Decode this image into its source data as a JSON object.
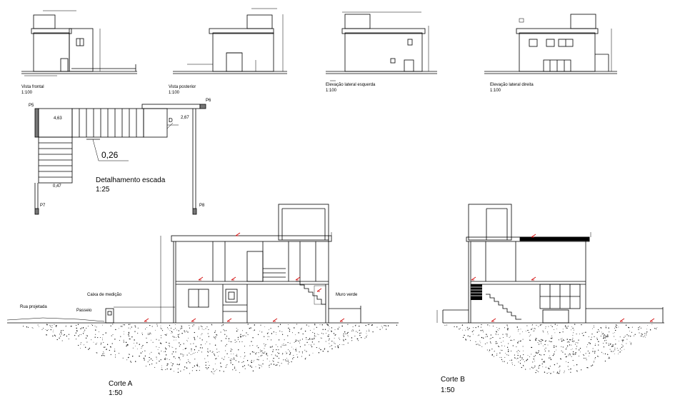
{
  "views": {
    "front": {
      "title": "Vista frontal",
      "scale": "1:100"
    },
    "rear": {
      "title": "Vista posterior",
      "scale": "1:100"
    },
    "left": {
      "title": "Elevação lateral esquerda",
      "scale": "1:100"
    },
    "right": {
      "title": "Elevação lateral direita",
      "scale": "1:100"
    }
  },
  "stair": {
    "title": "Detalhamento escada",
    "scale": "1:25",
    "dimension": "0,26",
    "level_a": "4,63",
    "level_b": "2,67",
    "level_c": "0,47",
    "pillars": [
      "P5",
      "P6",
      "P7",
      "P8"
    ],
    "mark_d": "D"
  },
  "sections": {
    "corte_a": {
      "title": "Corte A",
      "scale": "1:50",
      "labels": {
        "street": "Rua projetada",
        "sidewalk": "Passeio",
        "meter_box": "Caixa de medição",
        "green_wall": "Muro verde"
      }
    },
    "corte_b": {
      "title": "Corte B",
      "scale": "1:50"
    }
  },
  "colors": {
    "line": "#000000",
    "level_marker": "#d00000"
  }
}
